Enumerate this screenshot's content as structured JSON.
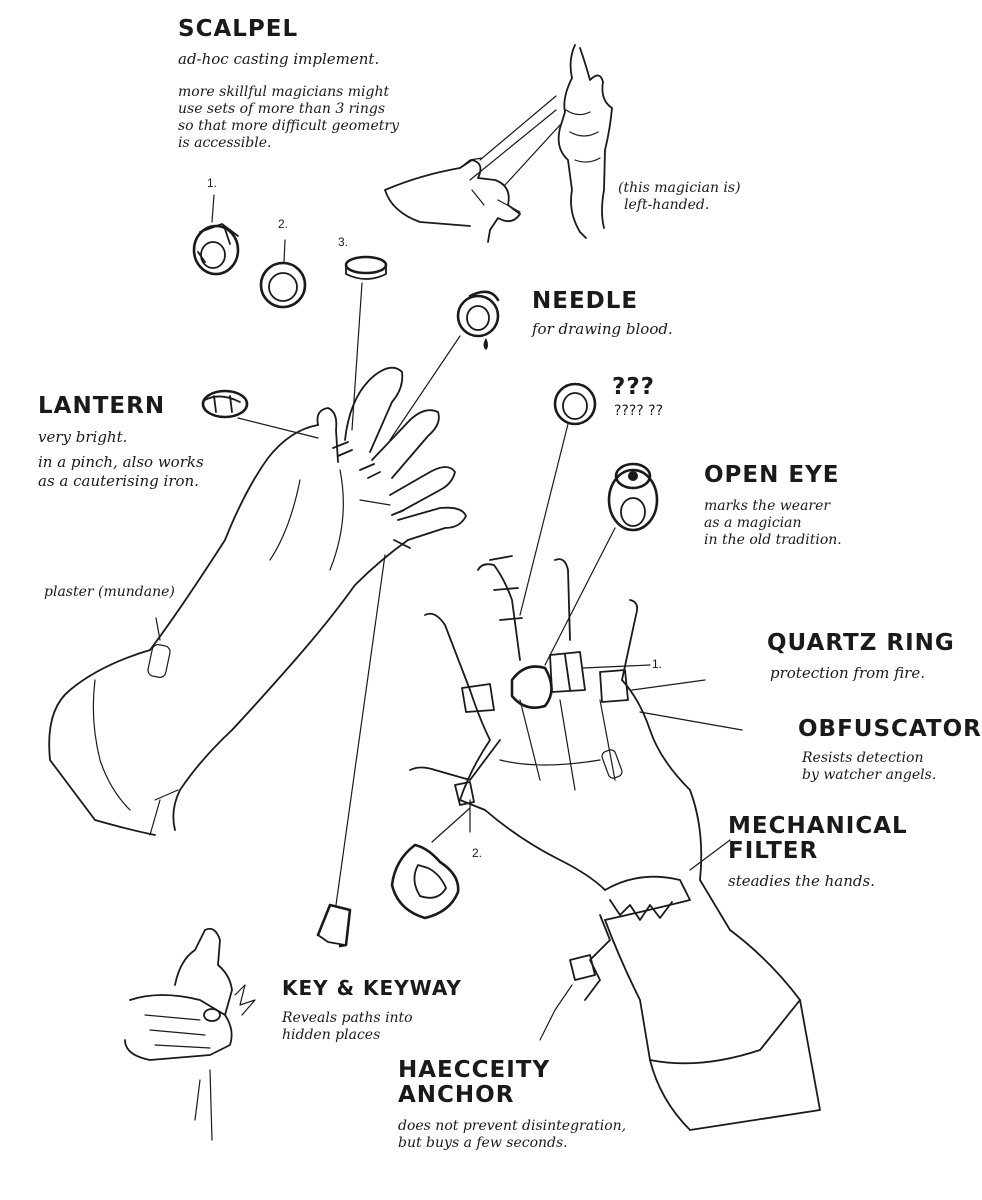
{
  "labels": {
    "scalpel": {
      "title": "SCALPEL",
      "subtitle": "ad-hoc casting implement.",
      "note_lines": [
        "more skillful magicians might",
        "use sets of more than 3 rings",
        "so that more difficult geometry",
        "is accessible."
      ]
    },
    "left_handed_note": [
      "(this magician is)",
      "left-handed."
    ],
    "ring_numbers": [
      "1.",
      "2.",
      "3."
    ],
    "needle": {
      "title": "NEEDLE",
      "description": "for drawing blood."
    },
    "lantern": {
      "title": "LANTERN",
      "description_lines": [
        "very bright.",
        "in a pinch, also works",
        "as a cauterising iron."
      ]
    },
    "unknown": {
      "title": "???",
      "description": "???? ??"
    },
    "open_eye": {
      "title": "OPEN EYE",
      "description_lines": [
        "marks the wearer",
        "as a magician",
        "in the old tradition."
      ]
    },
    "plaster": "plaster (mundane)",
    "quartz_ring": {
      "title": "QUARTZ RING",
      "description": "protection from fire."
    },
    "hand_number_1": "1.",
    "obfuscator": {
      "title": "OBFUSCATOR",
      "description_lines": [
        "Resists detection",
        "by watcher angels."
      ]
    },
    "mechanical_filter": {
      "title_lines": [
        "MECHANICAL",
        "FILTER"
      ],
      "description": "steadies the hands."
    },
    "hand_number_2": "2.",
    "key_keyway": {
      "title": "KEY & KEYWAY",
      "description_lines": [
        "Reveals paths into",
        "hidden places"
      ]
    },
    "haecceity_anchor": {
      "title_lines": [
        "HAECCEITY",
        "ANCHOR"
      ],
      "description_lines": [
        "does not prevent disintegration,",
        "but buys a few seconds."
      ]
    }
  },
  "colors": {
    "ink": "#1a1a1a",
    "paper": "#ffffff"
  }
}
